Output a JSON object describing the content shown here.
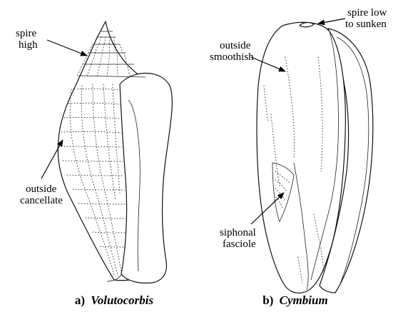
{
  "figure": {
    "left_panel": {
      "caption_prefix": "a)",
      "caption_name": "Volutocorbis",
      "labels": {
        "spire_line1": "spire",
        "spire_line2": "high",
        "outside_line1": "outside",
        "outside_line2": "cancellate"
      }
    },
    "right_panel": {
      "caption_prefix": "b)",
      "caption_name": "Cymbium",
      "labels": {
        "spire_line1": "spire low",
        "spire_line2": "to sunken",
        "outside_line1": "outside",
        "outside_line2": "smoothish",
        "siphonal_line1": "siphonal",
        "siphonal_line2": "fasciole"
      }
    }
  }
}
